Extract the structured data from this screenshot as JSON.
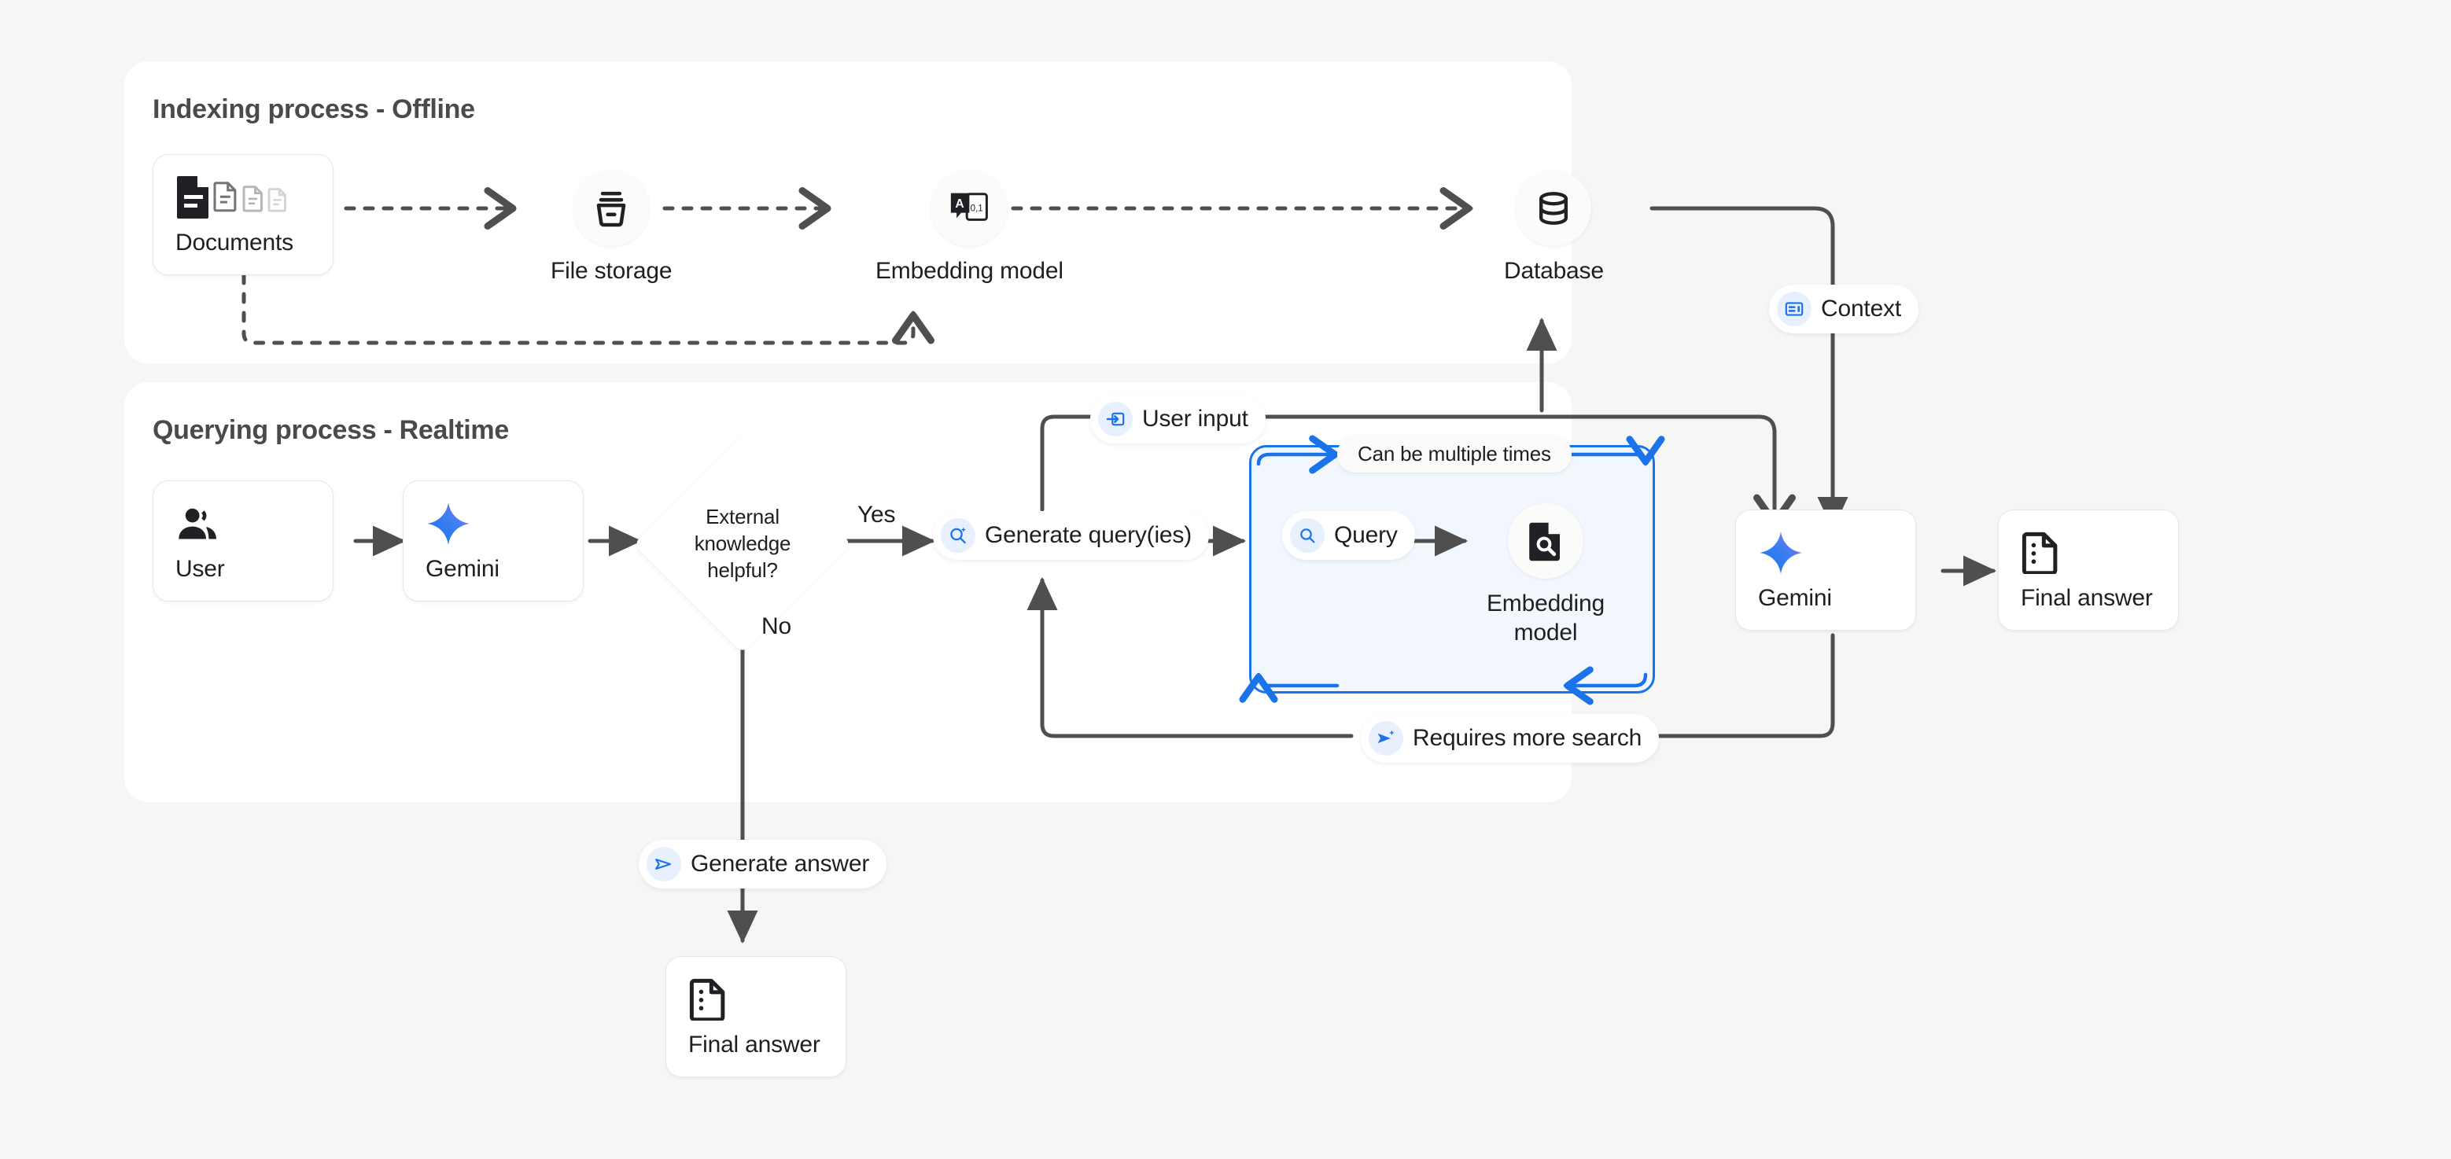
{
  "panels": {
    "indexing": {
      "title": "Indexing process - Offline"
    },
    "querying": {
      "title": "Querying process - Realtime"
    }
  },
  "nodes": {
    "documents": {
      "label": "Documents",
      "icon": "documents-icon"
    },
    "file_storage": {
      "label": "File storage",
      "icon": "file-storage-icon"
    },
    "embedding_model": {
      "label": "Embedding model",
      "icon": "embedding-model-icon"
    },
    "database": {
      "label": "Database",
      "icon": "database-icon"
    },
    "user": {
      "label": "User",
      "icon": "user-icon"
    },
    "gemini_left": {
      "label": "Gemini",
      "icon": "gemini-sparkle-icon"
    },
    "gemini_right": {
      "label": "Gemini",
      "icon": "gemini-sparkle-icon"
    },
    "final_answer_bottom": {
      "label": "Final answer",
      "icon": "final-answer-icon"
    },
    "final_answer_right": {
      "label": "Final answer",
      "icon": "final-answer-icon"
    },
    "embedding_model_loop": {
      "label": "Embedding model",
      "icon": "document-search-icon"
    }
  },
  "decision": {
    "text": "External knowledge helpful?"
  },
  "edge_labels": {
    "yes": "Yes",
    "no": "No",
    "can_be_multiple_times": "Can be multiple times"
  },
  "pills": {
    "context": {
      "label": "Context",
      "icon": "article-icon"
    },
    "user_input": {
      "label": "User input",
      "icon": "input-arrow-icon"
    },
    "generate_queries": {
      "label": "Generate query(ies)",
      "icon": "search-sparkle-icon"
    },
    "query": {
      "label": "Query",
      "icon": "search-icon"
    },
    "requires_more_search": {
      "label": "Requires more search",
      "icon": "send-sparkle-icon"
    },
    "generate_answer": {
      "label": "Generate answer",
      "icon": "send-outline-icon"
    }
  },
  "colors": {
    "background": "#f6f6f4",
    "panel": "#ffffff",
    "accent_blue": "#1a73e8",
    "loop_fill": "#f2f7fe",
    "badge_blue": "#e8f0fe",
    "wire": "#4f4f4f",
    "gemini_gradient_from": "#1b72e8",
    "gemini_gradient_to": "#9b72f2"
  }
}
